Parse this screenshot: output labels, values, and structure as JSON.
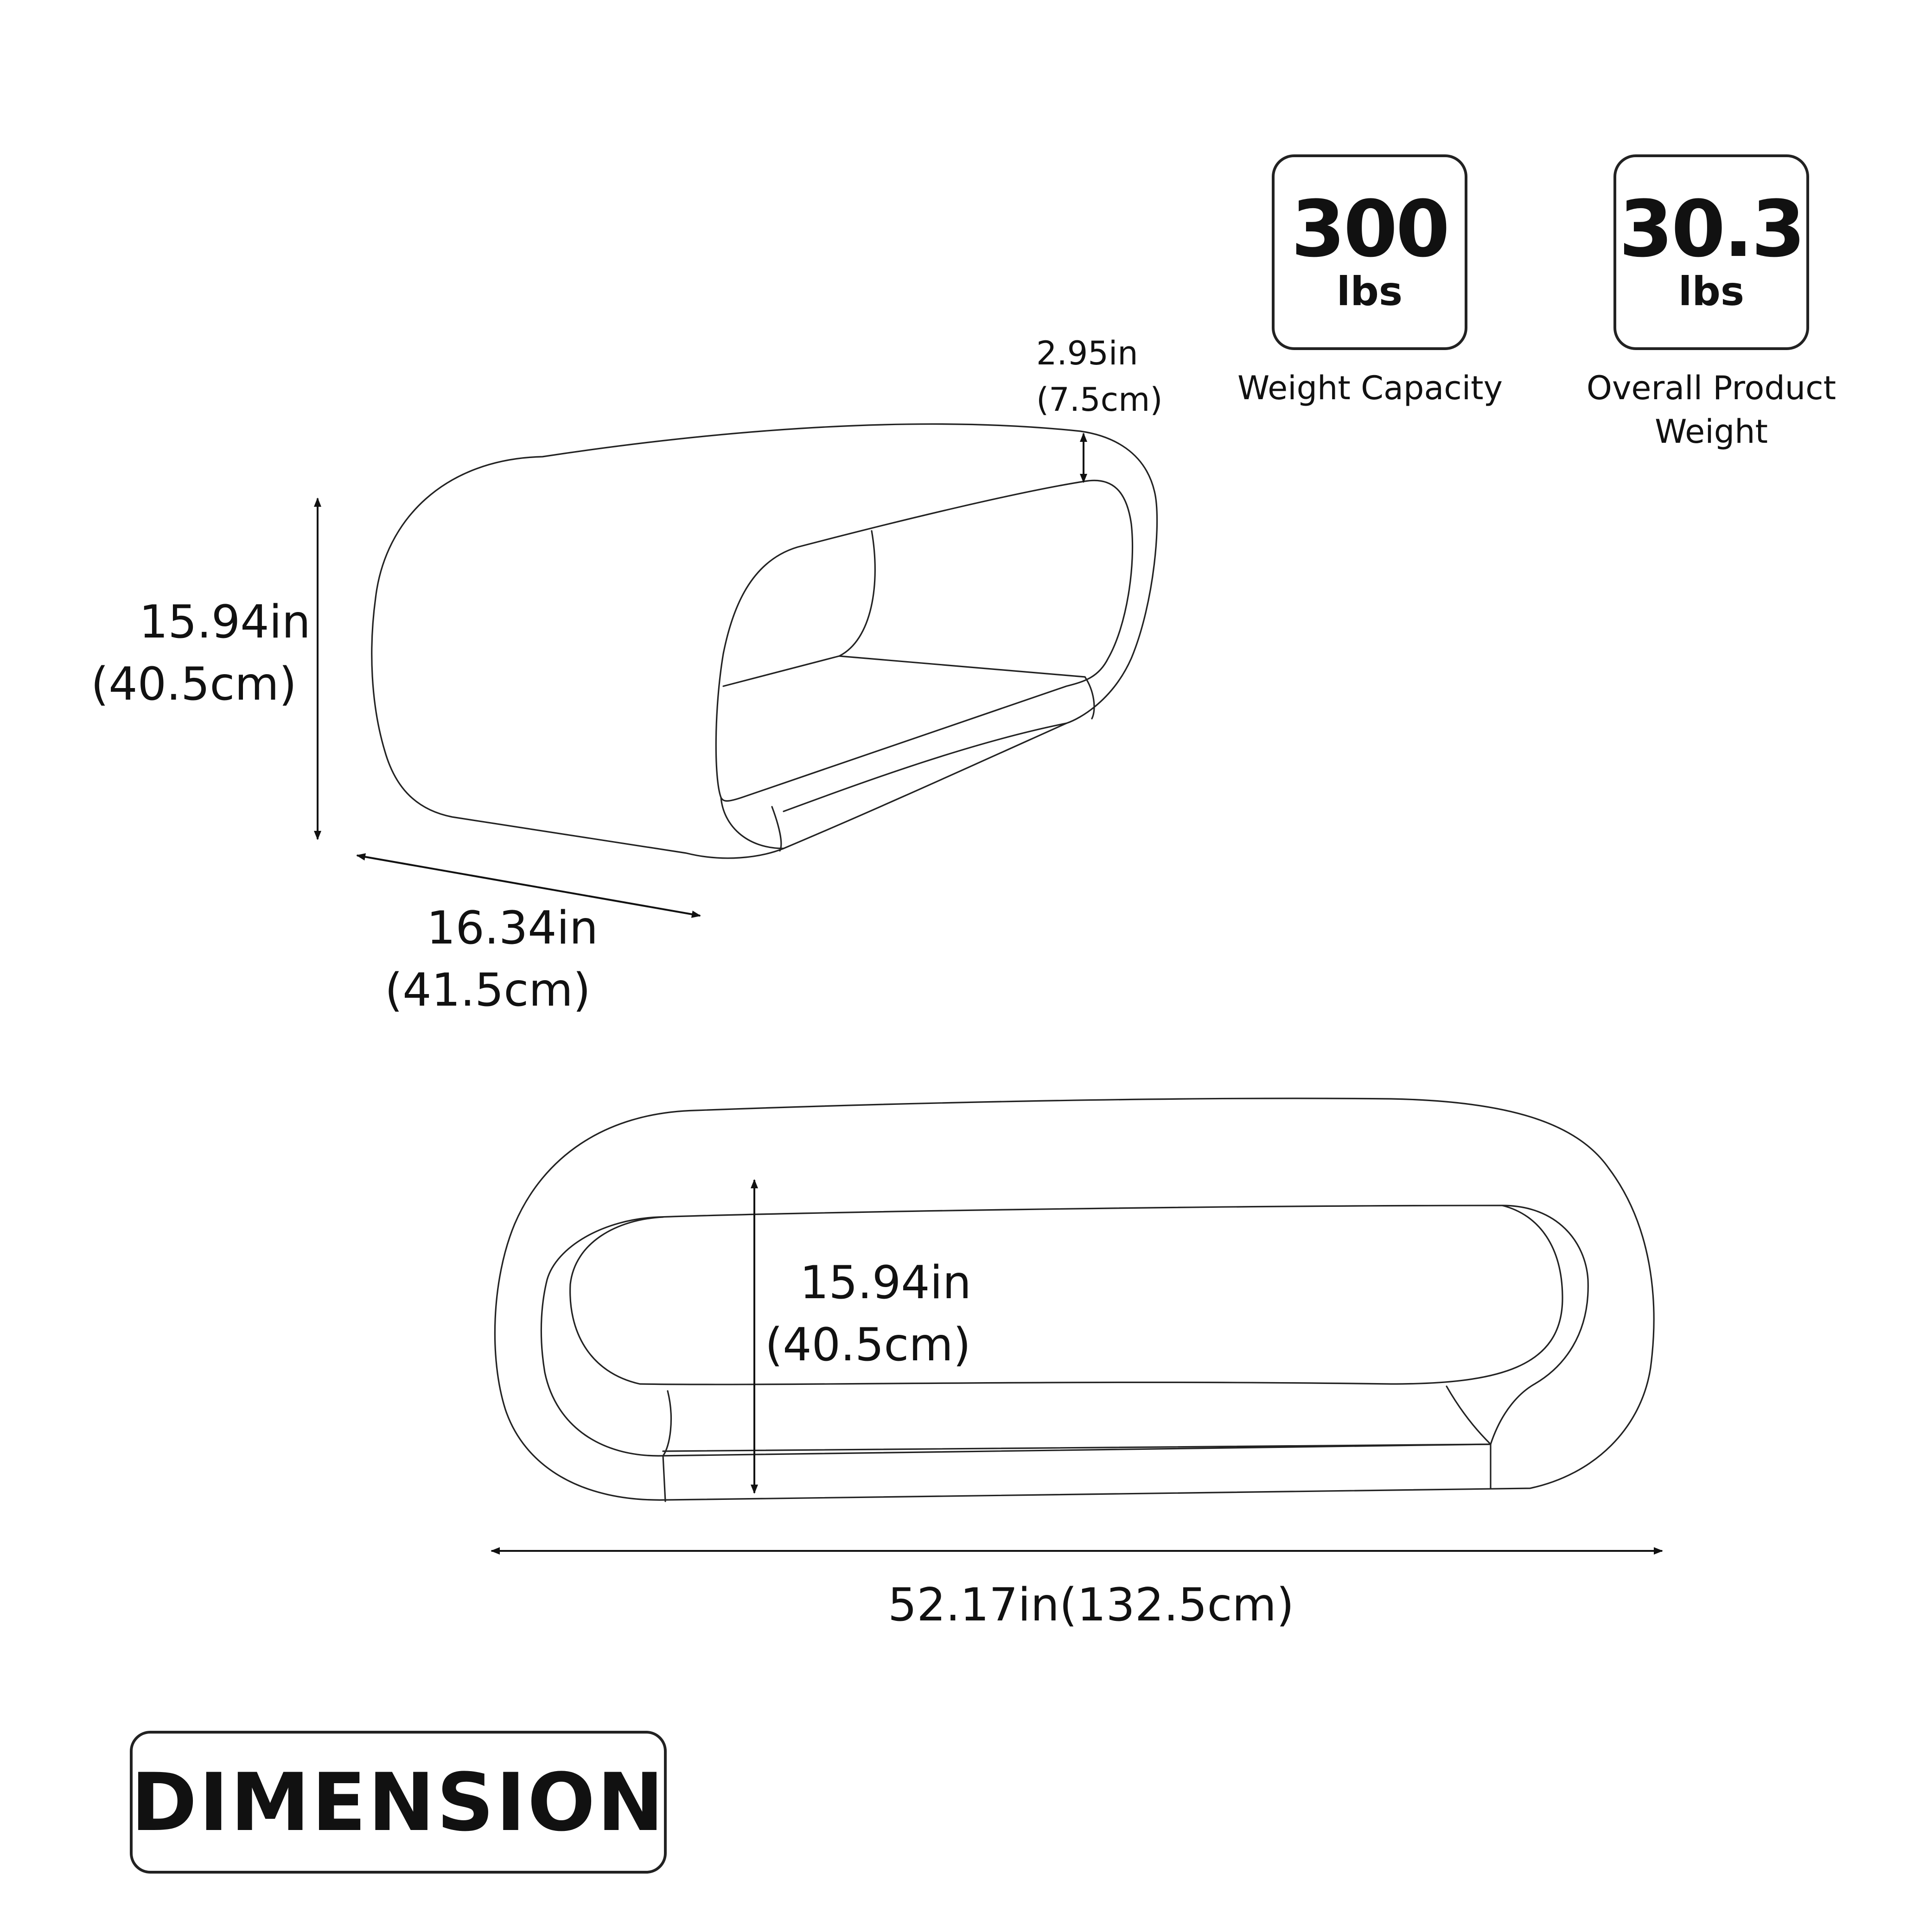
{
  "side_view": {
    "height_in": "15.94in",
    "height_cm": "(40.5cm)",
    "depth_in": "16.34in",
    "depth_cm": "(41.5cm)",
    "thickness_in": "2.95in",
    "thickness_cm": "(7.5cm)"
  },
  "front_view": {
    "height_in": "15.94in",
    "height_cm": "(40.5cm)",
    "width": "52.17in(132.5cm)"
  },
  "specs": [
    {
      "value": "300",
      "unit": "lbs",
      "caption_lines": [
        "Weight Capacity"
      ]
    },
    {
      "value": "30.3",
      "unit": "lbs",
      "caption_lines": [
        "Overall Product",
        "Weight"
      ]
    }
  ],
  "title": "DIMENSION",
  "colors": {
    "line": "#222222",
    "background": "#ffffff"
  }
}
